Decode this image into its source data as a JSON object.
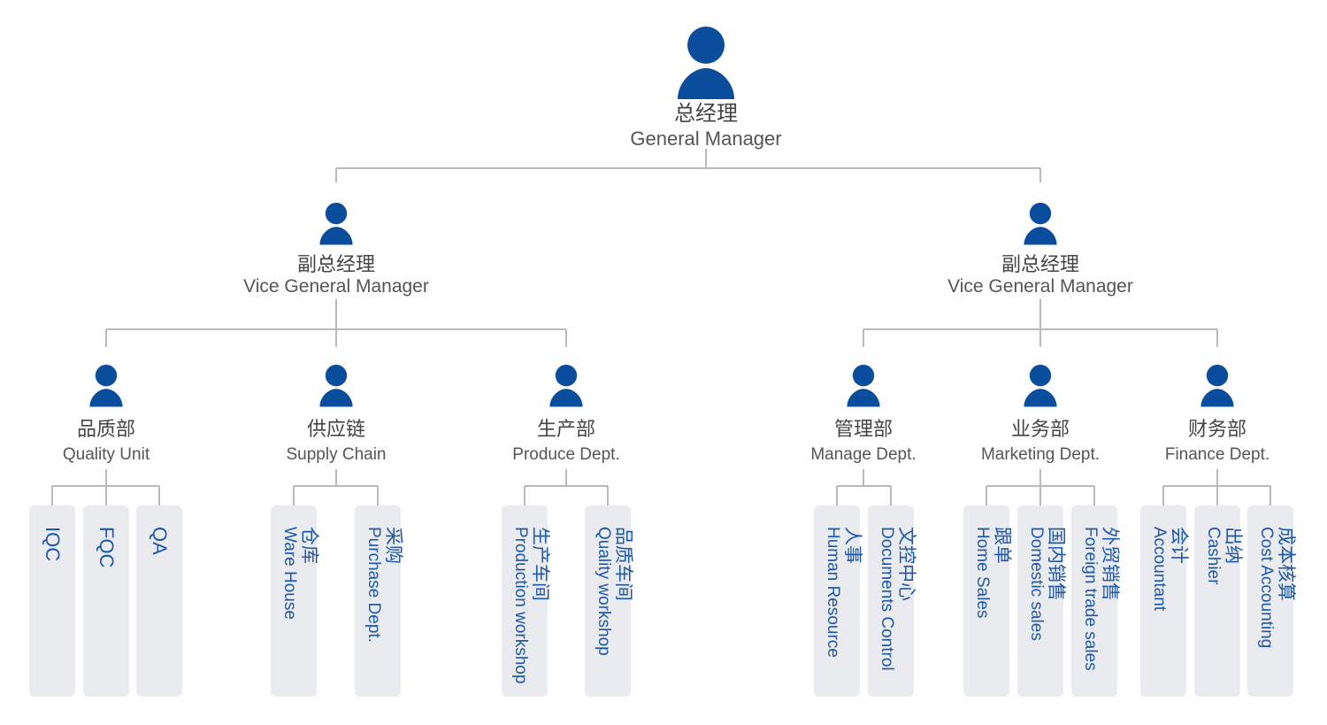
{
  "org": {
    "root": {
      "cn": "总经理",
      "en": "General Manager"
    },
    "vps": [
      {
        "cn": "副总经理",
        "en": "Vice General Manager",
        "depts": [
          {
            "cn": "品质部",
            "en": "Quality Unit",
            "teams": [
              {
                "cn": "",
                "en": "IQC"
              },
              {
                "cn": "",
                "en": "FQC"
              },
              {
                "cn": "",
                "en": "QA"
              }
            ]
          },
          {
            "cn": "供应链",
            "en": "Supply Chain",
            "teams": [
              {
                "cn": "仓库",
                "en": "Ware House"
              },
              {
                "cn": "采购",
                "en": "Purchase Dept."
              }
            ]
          },
          {
            "cn": "生产部",
            "en": "Produce Dept.",
            "teams": [
              {
                "cn": "生产车间",
                "en": "Production workshop"
              },
              {
                "cn": "品质车间",
                "en": "Quality workshop"
              }
            ]
          }
        ]
      },
      {
        "cn": "副总经理",
        "en": "Vice General Manager",
        "depts": [
          {
            "cn": "管理部",
            "en": "Manage Dept.",
            "teams": [
              {
                "cn": "人事",
                "en": "Human Resource"
              },
              {
                "cn": "文控中心",
                "en": "Documents Control"
              }
            ]
          },
          {
            "cn": "业务部",
            "en": "Marketing Dept.",
            "teams": [
              {
                "cn": "跟单",
                "en": "Home Sales"
              },
              {
                "cn": "国内销售",
                "en": "Domestic sales"
              },
              {
                "cn": "外贸销售",
                "en": "Foreign trade sales"
              }
            ]
          },
          {
            "cn": "财务部",
            "en": "Finance Dept.",
            "teams": [
              {
                "cn": "会计",
                "en": "Accountant"
              },
              {
                "cn": "出纳",
                "en": "Cashier"
              },
              {
                "cn": "成本核算",
                "en": "Cost Accounting"
              }
            ]
          }
        ]
      }
    ]
  },
  "colors": {
    "icon": "#0a4d9c",
    "leaf_text": "#1d57a8",
    "leaf_box": "#e9ebee",
    "connector": "#b9b9b9"
  },
  "icons": {
    "person": "person-icon"
  }
}
